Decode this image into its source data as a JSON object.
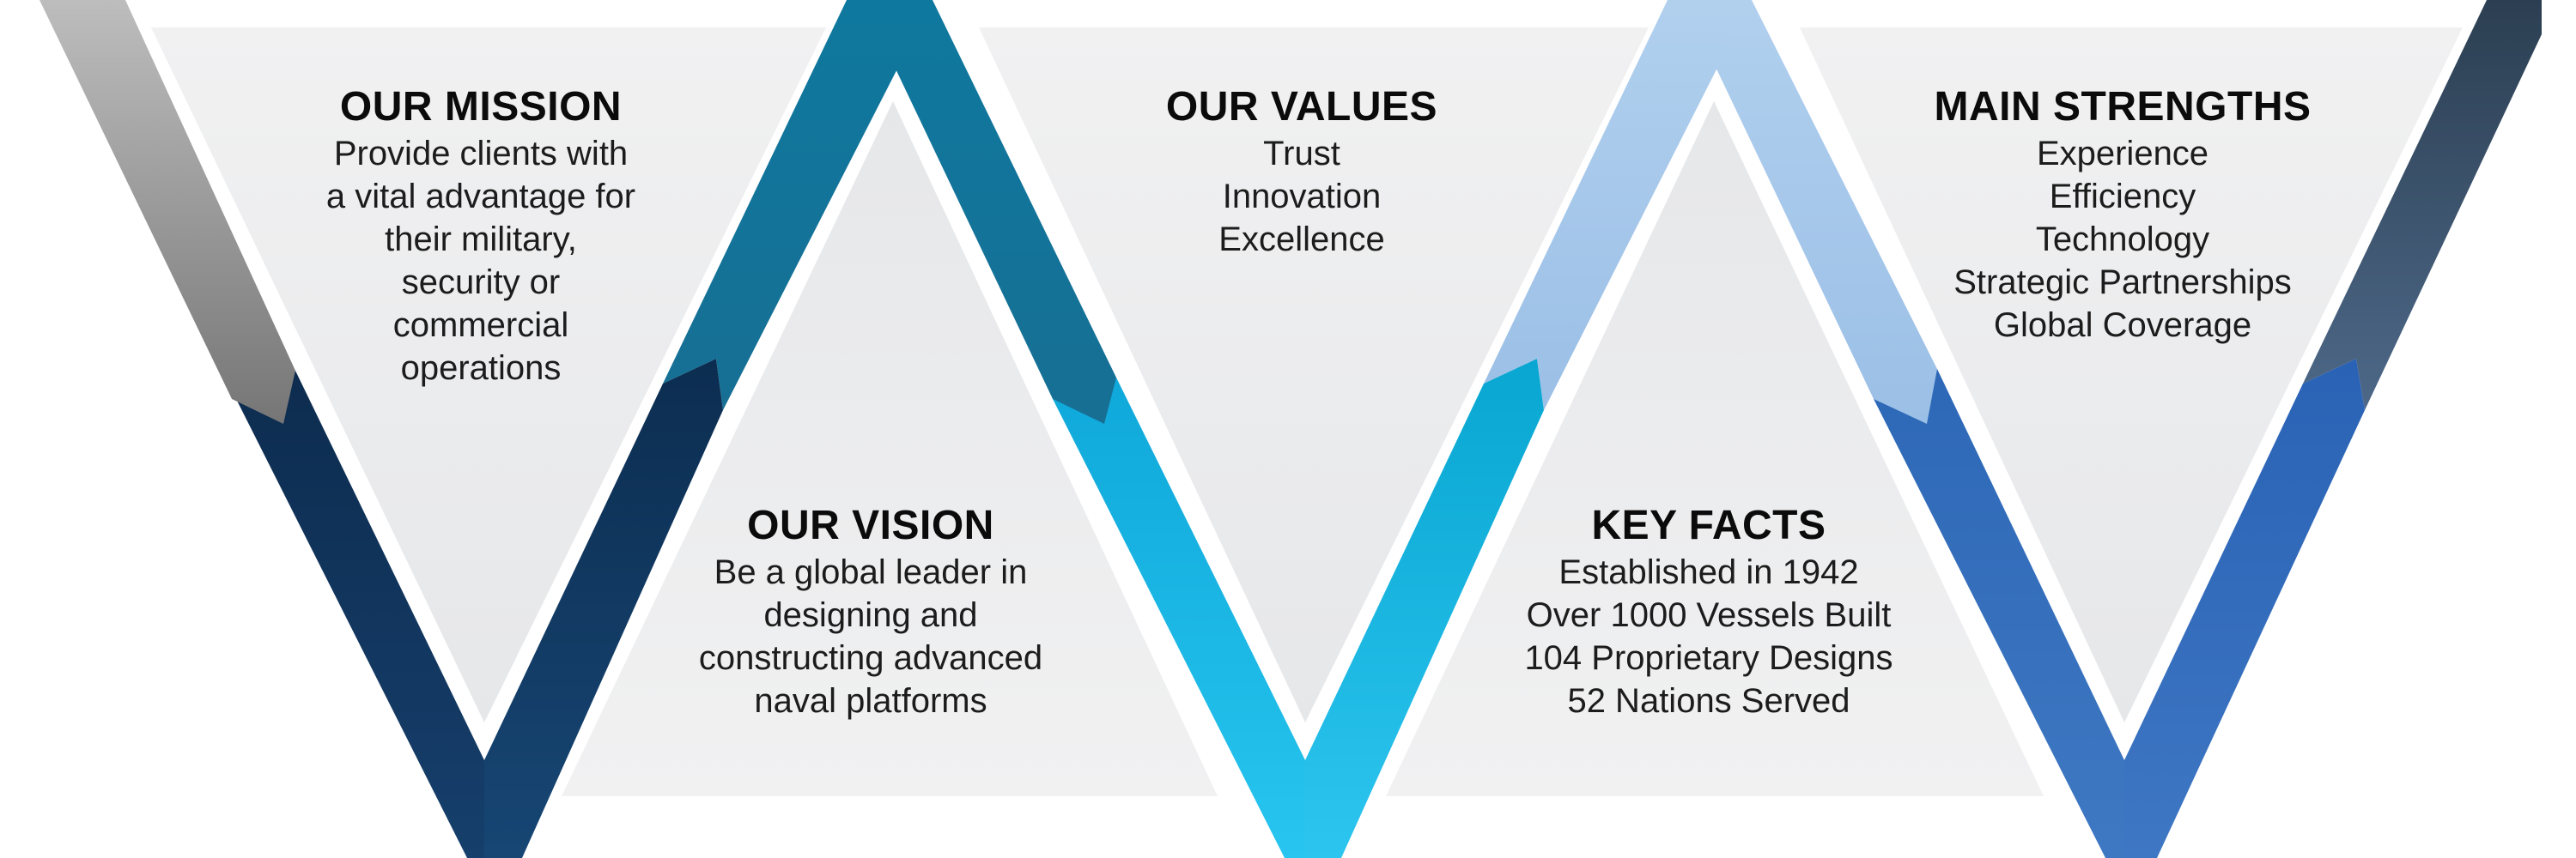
{
  "blocks": {
    "mission": {
      "title": "OUR MISSION",
      "lines": [
        "Provide clients with",
        "a vital advantage for",
        "their military,",
        "security or",
        "commercial",
        "operations"
      ]
    },
    "vision": {
      "title": "OUR VISION",
      "lines": [
        "Be a global leader in",
        "designing and",
        "constructing advanced",
        "naval platforms"
      ]
    },
    "values": {
      "title": "OUR VALUES",
      "lines": [
        "Trust",
        "Innovation",
        "Excellence"
      ]
    },
    "facts": {
      "title": "KEY FACTS",
      "lines": [
        "Established in 1942",
        "Over 1000 Vessels Built",
        "104 Proprietary Designs",
        "52 Nations Served"
      ]
    },
    "strengths": {
      "title": "MAIN STRENGTHS",
      "lines": [
        "Experience",
        "Efficiency",
        "Technology",
        "Strategic Partnerships",
        "Global Coverage"
      ]
    }
  },
  "colors": {
    "panel_light": "#f1f1f2",
    "panel_shade": "#e6e7e9",
    "grey_band_top": "#b8b8b8",
    "grey_band_bottom": "#7d7d7d",
    "navy_dark": "#0e2f52",
    "navy": "#143f6e",
    "teal": "#127a9c",
    "cyan": "#1bbae6",
    "cyan_light": "#2ac6ee",
    "sky_light": "#a7c9ec",
    "blue": "#3a73bd",
    "slate_dark": "#2f4255",
    "slate": "#4a6482",
    "royal_blue": "#2c62b4"
  }
}
